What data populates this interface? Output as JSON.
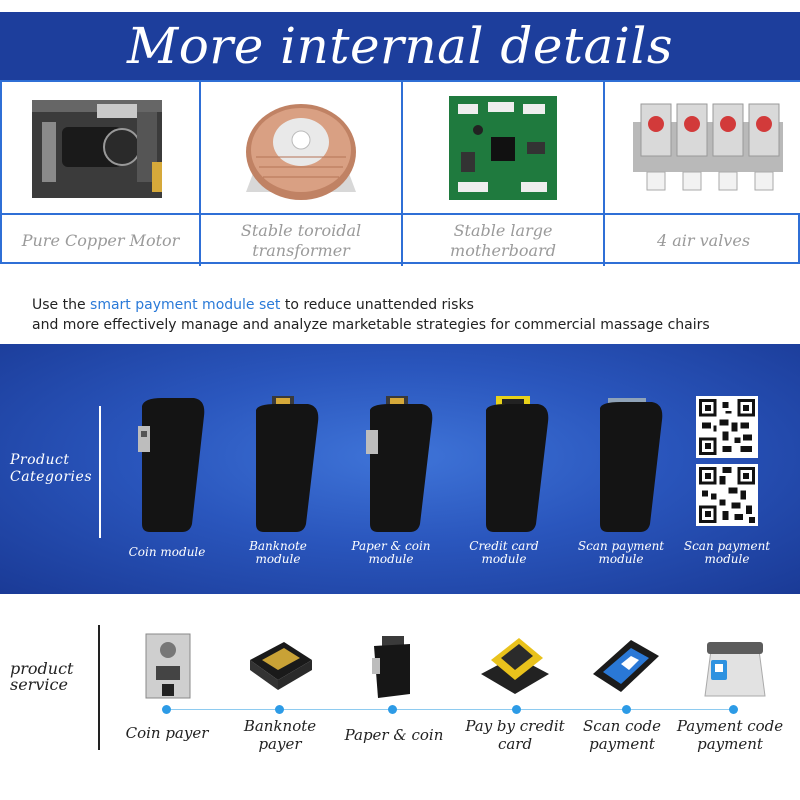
{
  "header": {
    "title": "More internal details"
  },
  "details": {
    "items": [
      {
        "label": "Pure Copper Motor",
        "icon": "motor-photo"
      },
      {
        "label": "Stable toroidal transformer",
        "icon": "transformer-photo"
      },
      {
        "label": "Stable large motherboard",
        "icon": "motherboard-photo"
      },
      {
        "label": "4 air valves",
        "icon": "air-valves-photo"
      }
    ]
  },
  "intro": {
    "prefix": "Use the ",
    "highlight": "smart payment module set",
    "suffix": " to reduce unattended risks",
    "line2": "and more effectively manage and analyze marketable strategies for commercial massage chairs"
  },
  "categories": {
    "side_label": "Product Categories",
    "modules": [
      {
        "label": "Coin module"
      },
      {
        "label": "Banknote module"
      },
      {
        "label": "Paper & coin module"
      },
      {
        "label": "Credit card module"
      },
      {
        "label": "Scan payment module"
      },
      {
        "label": "Scan payment module"
      }
    ]
  },
  "service": {
    "side_label": "product service",
    "items": [
      {
        "label": "Coin payer"
      },
      {
        "label": "Banknote payer"
      },
      {
        "label": "Paper & coin"
      },
      {
        "label": "Pay by credit card"
      },
      {
        "label": "Scan code payment"
      },
      {
        "label": "Payment code payment"
      }
    ]
  },
  "colors": {
    "brand_blue": "#1d3e9c",
    "grid_border": "#2f6fd6",
    "highlight": "#2a7ad8",
    "timeline_dot": "#2d9be6"
  }
}
